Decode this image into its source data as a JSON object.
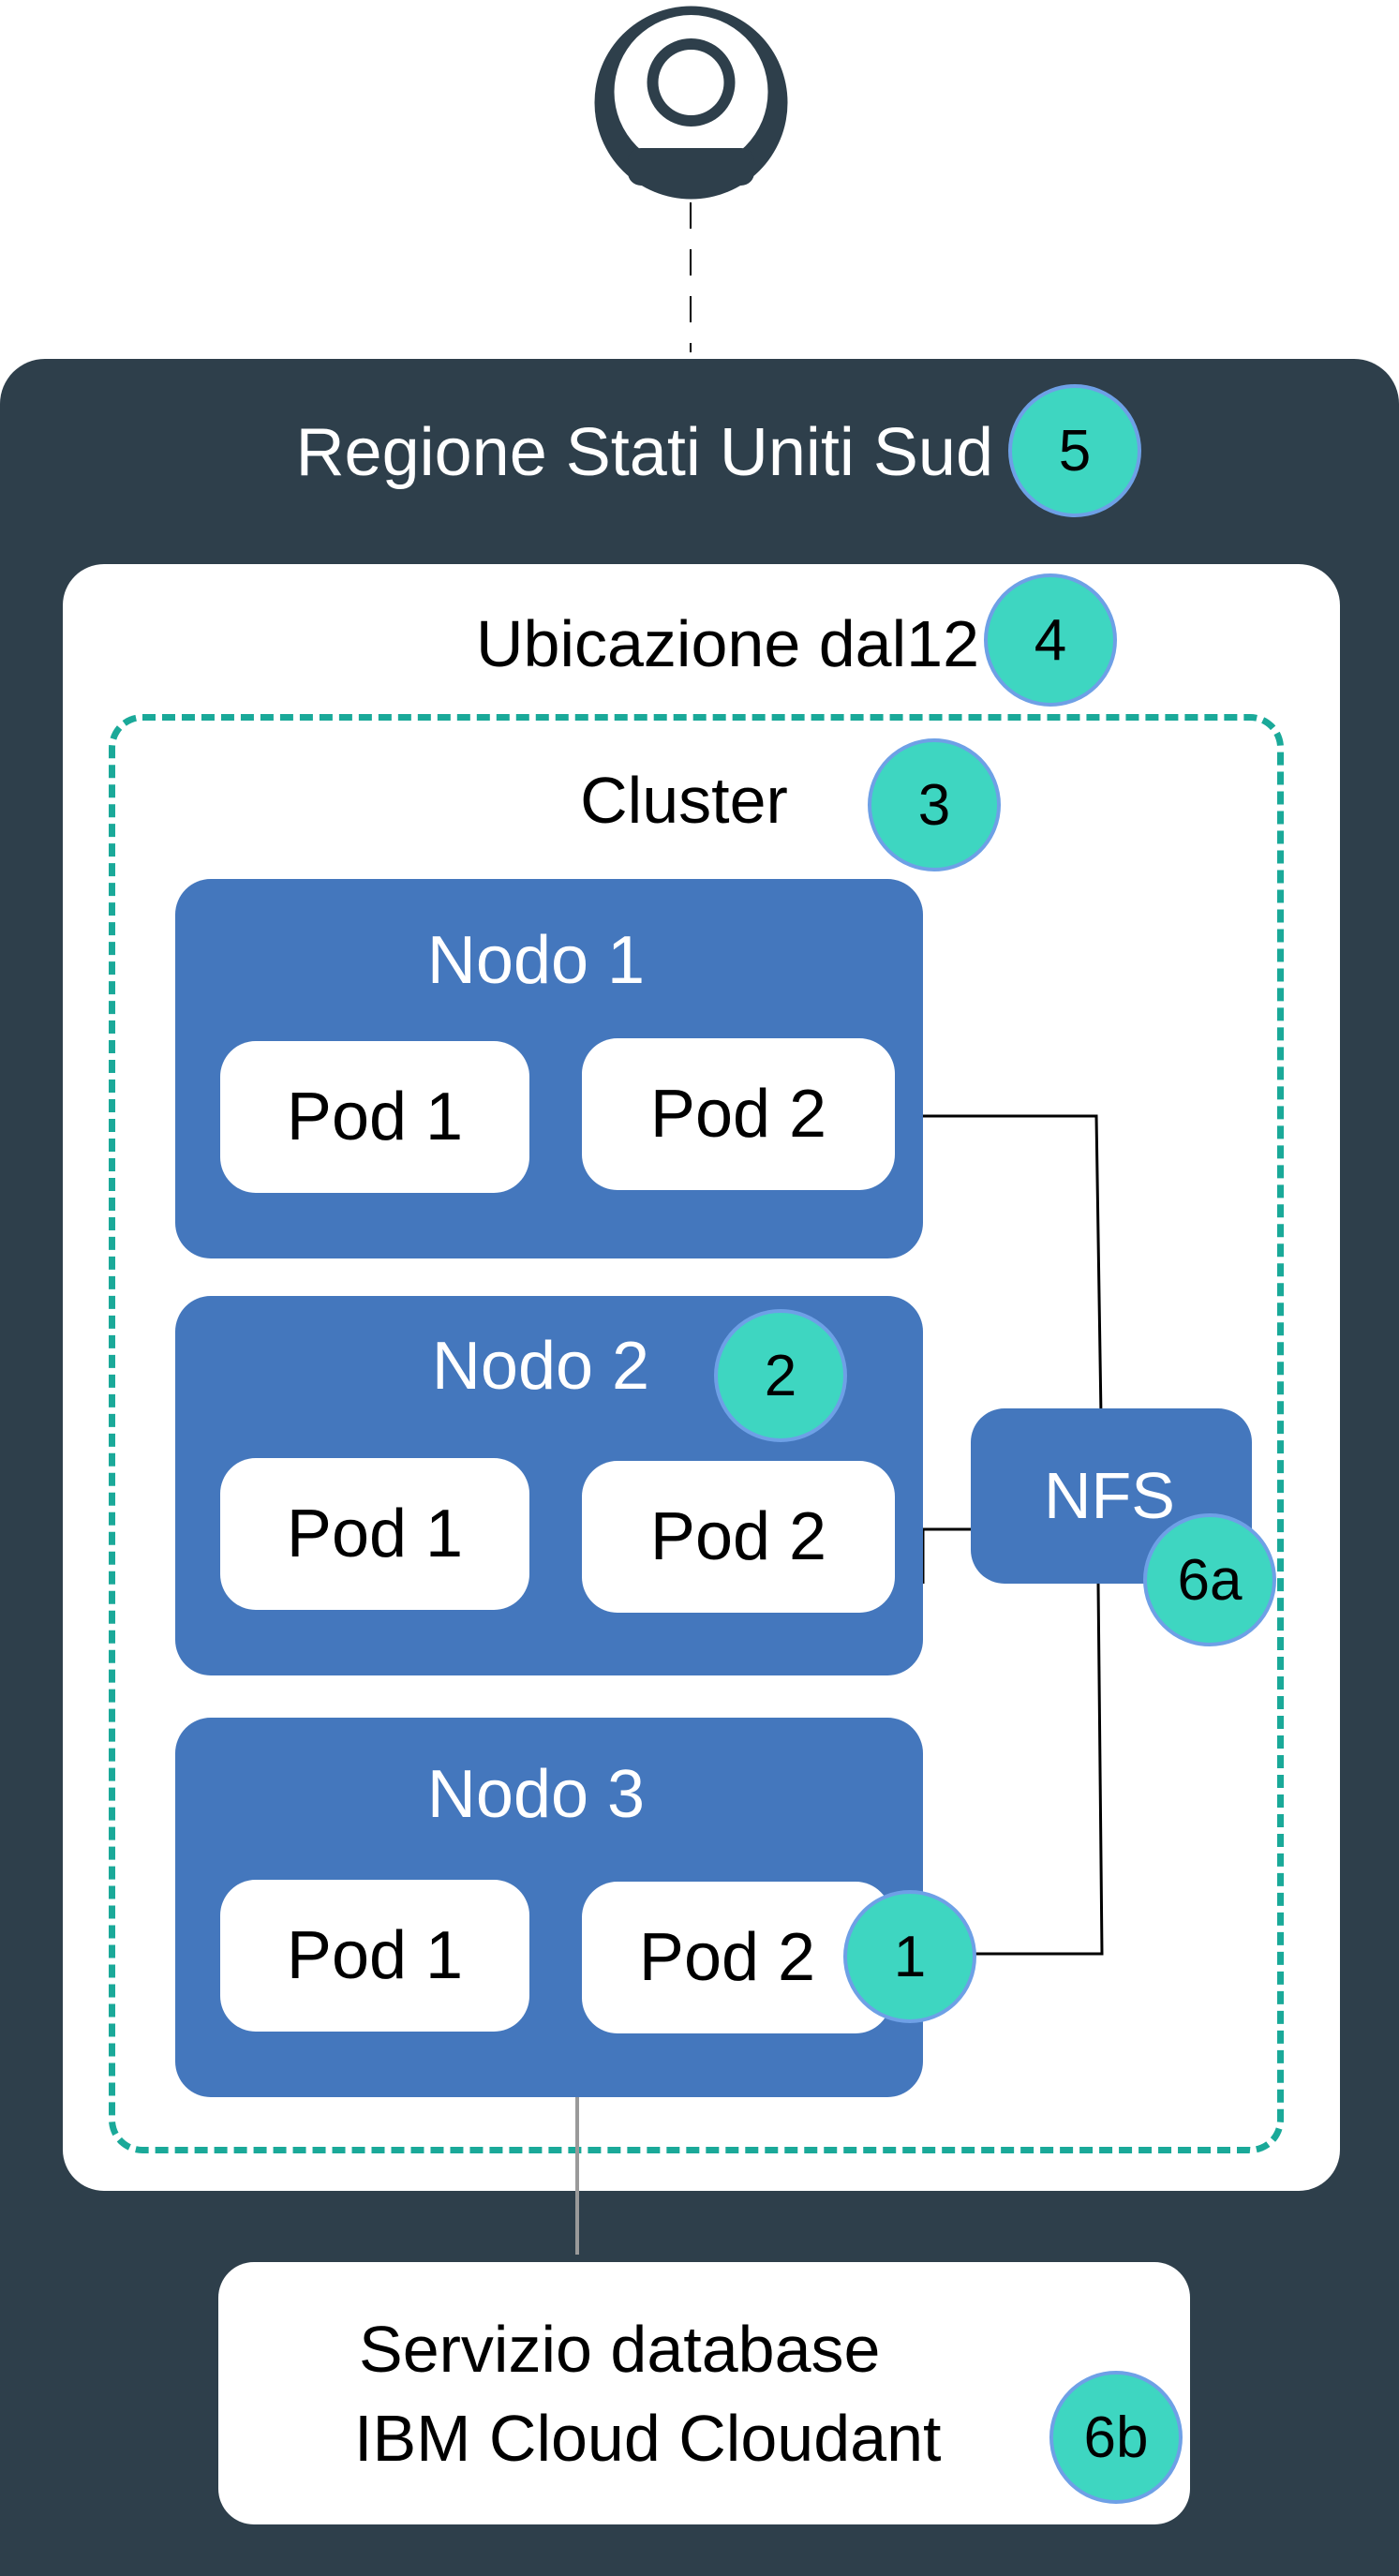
{
  "user": {
    "icon": "user-icon"
  },
  "region": {
    "title": "Regione Stati Uniti Sud",
    "badge": "5"
  },
  "location": {
    "title": "Ubicazione dal12",
    "badge": "4"
  },
  "cluster": {
    "title": "Cluster",
    "badge": "3"
  },
  "nodes": [
    {
      "title": "Nodo 1",
      "pods": [
        "Pod 1",
        "Pod 2"
      ]
    },
    {
      "title": "Nodo 2",
      "badge": "2",
      "pods": [
        "Pod 1",
        "Pod 2"
      ]
    },
    {
      "title": "Nodo 3",
      "pods": [
        "Pod 1",
        "Pod 2"
      ],
      "pod_badge": "1"
    }
  ],
  "nfs": {
    "label": "NFS",
    "badge": "6a"
  },
  "database": {
    "line1": "Servizio database",
    "line2": "IBM Cloud Cloudant",
    "badge": "6b"
  },
  "colors": {
    "region_bg": "#2e3f4b",
    "node_bg": "#4477bd",
    "cluster_border": "#1aa999",
    "badge_fill": "#3ed6c1",
    "badge_border": "#6ea0e6"
  }
}
